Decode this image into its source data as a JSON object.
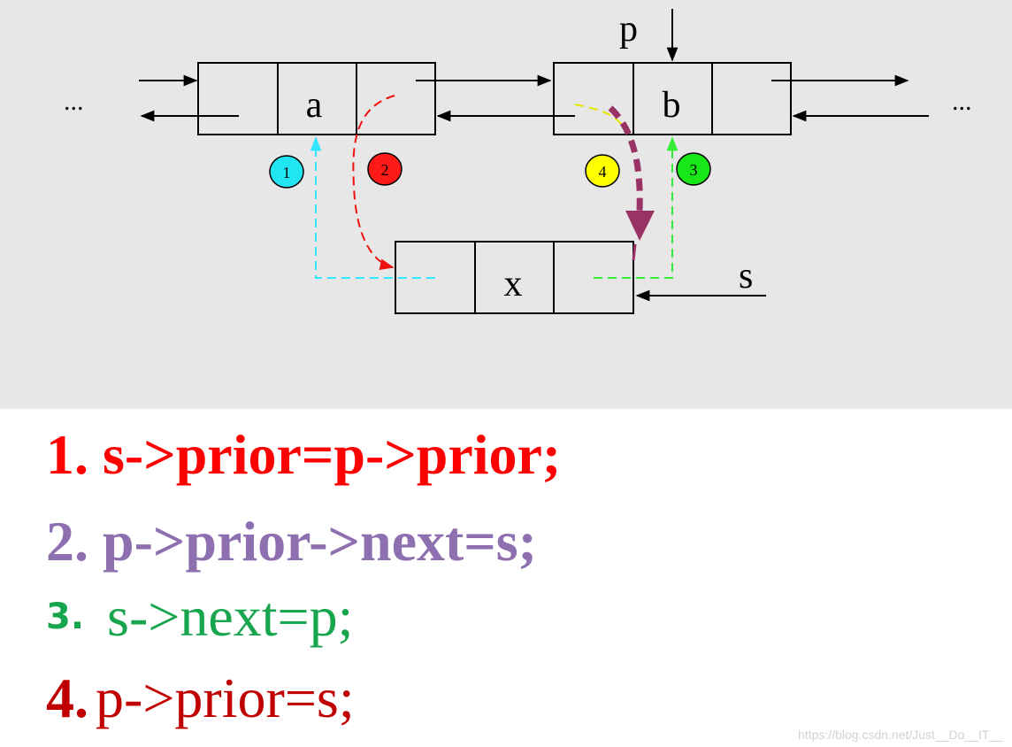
{
  "diagram": {
    "ellipsis_left": "...",
    "ellipsis_right": "...",
    "node_a_label": "a",
    "node_b_label": "b",
    "node_x_label": "x",
    "pointer_p": "p",
    "pointer_s": "s",
    "badges": [
      {
        "number": "1",
        "color": "#22e5f2"
      },
      {
        "number": "2",
        "color": "#ff1a1a"
      },
      {
        "number": "3",
        "color": "#19e619"
      },
      {
        "number": "4",
        "color": "#ffff00"
      }
    ],
    "colors": {
      "panel_bg": "#e7e7e7",
      "step1_link": "#33e6ff",
      "step2_link": "#ee1111",
      "step3_link": "#33ee33",
      "step4_link": "#993366",
      "step4_tail": "#e6e600"
    }
  },
  "steps": [
    {
      "number": "1.",
      "code": "s->prior=p->prior;",
      "color": "#ff0000"
    },
    {
      "number": "2.",
      "code": "p->prior->next=s;",
      "color": "#8e6fb0"
    },
    {
      "number": "3.",
      "code": "s->next=p;",
      "color": "#17a54d"
    },
    {
      "number": "4.",
      "code": "p->prior=s;",
      "color": "#c00000"
    }
  ],
  "watermark": "https://blog.csdn.net/Just__Do__IT__"
}
